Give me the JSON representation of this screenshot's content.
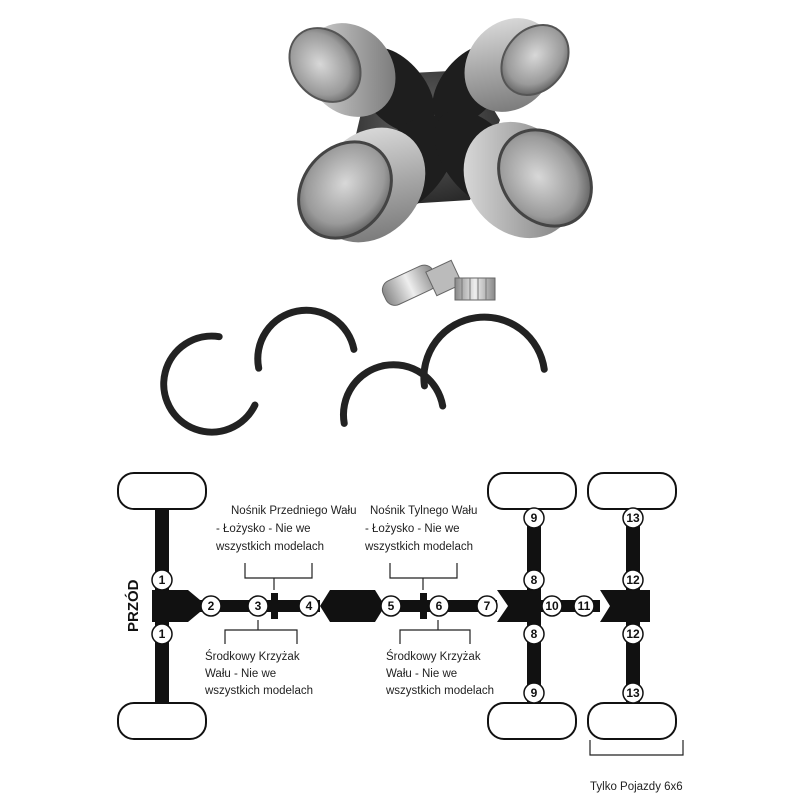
{
  "diagram": {
    "front_label": "PRZÓD",
    "front_carrier": [
      "Nośnik Przedniego Wału",
      "- Łożysko - Nie we",
      "wszystkich modelach"
    ],
    "rear_carrier": [
      "Nośnik Tylnego Wału",
      "- Łożysko - Nie we",
      "wszystkich modelach"
    ],
    "center_joint_left": [
      "Środkowy Krzyżak",
      "Wału -   Nie we",
      "wszystkich modelach"
    ],
    "center_joint_right": [
      "Środkowy Krzyżak",
      "Wału -   Nie we",
      "wszystkich modelach"
    ],
    "six_by_six_note": "Tylko Pojazdy 6x6",
    "markers": [
      "1",
      "1",
      "2",
      "3",
      "4",
      "5",
      "6",
      "7",
      "8",
      "8",
      "9",
      "9",
      "10",
      "11",
      "12",
      "12",
      "13",
      "13"
    ]
  }
}
